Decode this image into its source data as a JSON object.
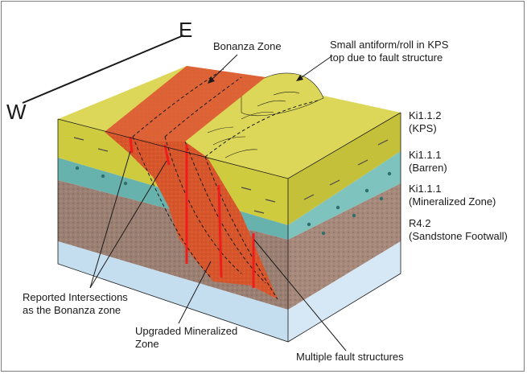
{
  "compass": {
    "west": "W",
    "east": "E"
  },
  "labels": {
    "bonanza_zone": "Bonanza Zone",
    "antiform_line1": "Small antiform/roll in KPS",
    "antiform_line2": "top due to fault structure",
    "reported_line1": "Reported Intersections",
    "reported_line2": "as the Bonanza zone",
    "upgraded_line1": "Upgraded Mineralized",
    "upgraded_line2": "Zone",
    "multiple_faults": "Multiple fault structures"
  },
  "legend": [
    {
      "code": "Ki1.1.2",
      "name": "(KPS)"
    },
    {
      "code": "Ki1.1.1",
      "name": "(Barren)"
    },
    {
      "code": "Ki1.1.1",
      "name": "(Mineralized Zone)"
    },
    {
      "code": "R4.2",
      "name": "(Sandstone Footwall)"
    }
  ],
  "colors": {
    "kps_front": "#cfcb3f",
    "kps_top": "#dcd758",
    "kps_side": "#c4c03a",
    "barren_front": "#68b2ae",
    "barren_side": "#7fc3bf",
    "mineralized_front": "#9a7f72",
    "mineralized_side": "#a6897b",
    "footwall_front": "#c4ddef",
    "footwall_side": "#d6e8f5",
    "ore_zone": "#d8562c",
    "fault_red": "#ee1c1c"
  }
}
